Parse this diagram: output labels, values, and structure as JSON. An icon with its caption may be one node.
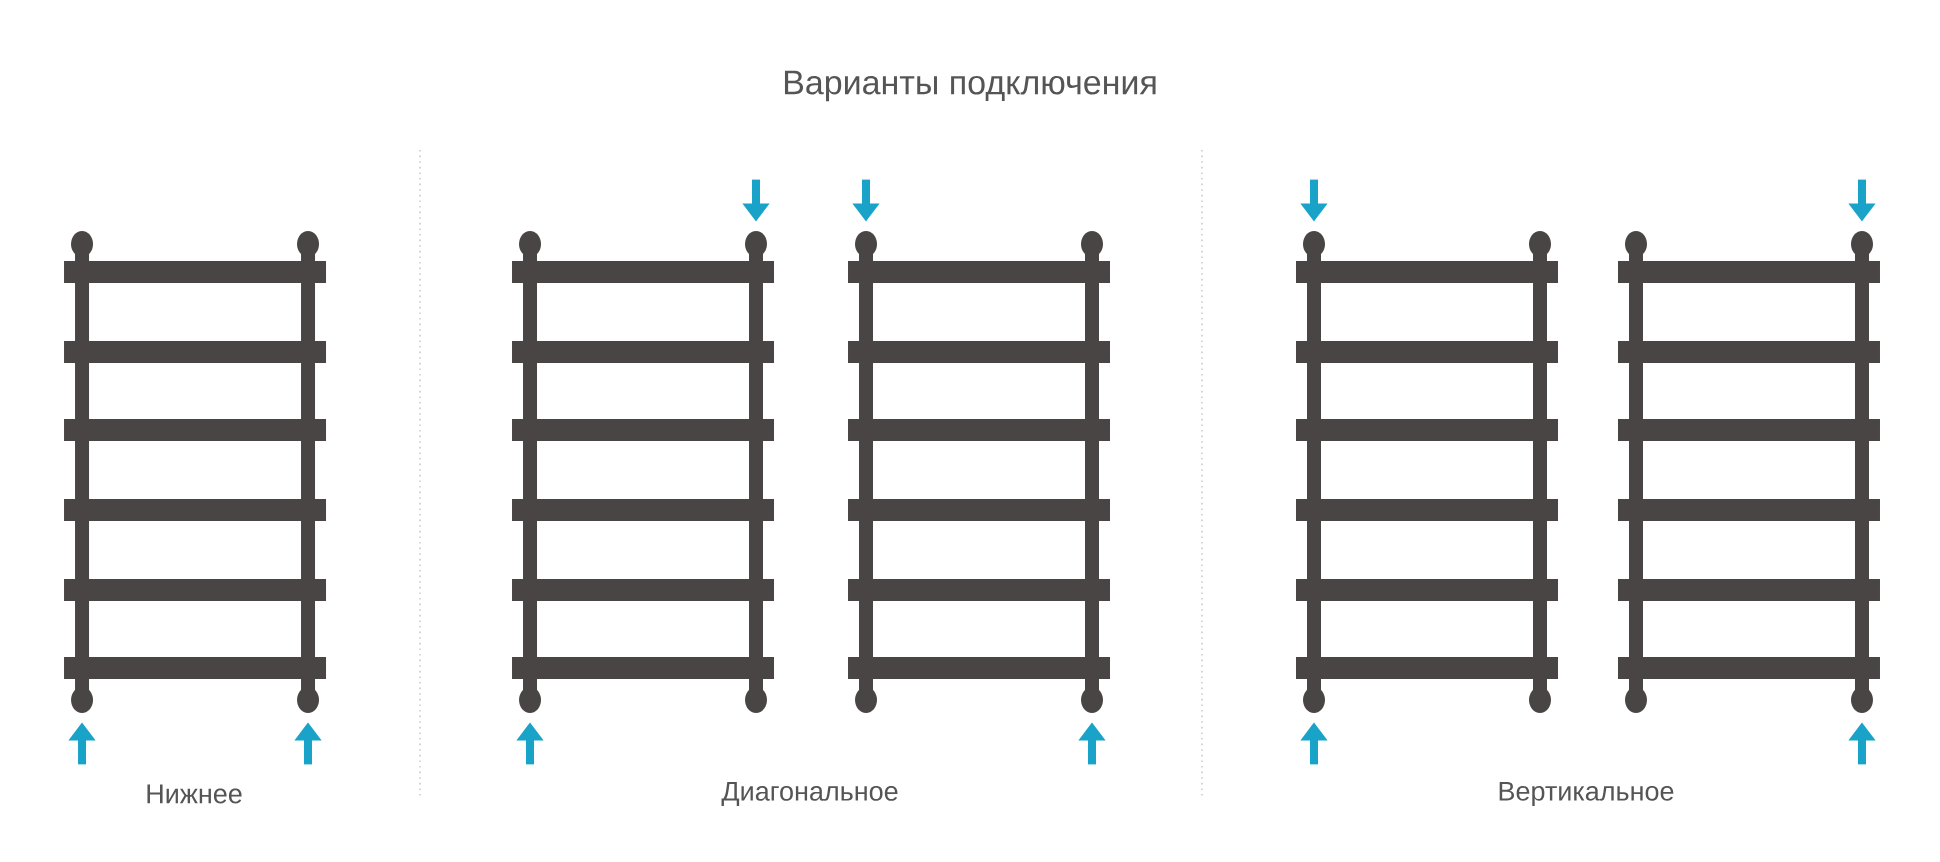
{
  "diagram": {
    "title": "Варианты подключения",
    "nodes": [
      {
        "text": [],
        "shape": "picture"
      },
      {
        "text": [],
        "shape": "picture"
      },
      {
        "text": [],
        "shape": "picture"
      },
      {
        "text": [],
        "shape": "picture"
      },
      {
        "text": [],
        "shape": "picture"
      }
    ],
    "edges": [
      {
        "from": null,
        "to": 0,
        "arrow": "to"
      },
      {
        "from": null,
        "to": 0,
        "arrow": "to"
      },
      {
        "from": null,
        "to": 1,
        "arrow": "to"
      },
      {
        "from": null,
        "to": 1,
        "arrow": "to"
      },
      {
        "from": null,
        "to": 2,
        "arrow": "to"
      },
      {
        "from": null,
        "to": 2,
        "arrow": "to"
      },
      {
        "from": null,
        "to": 3,
        "arrow": "to"
      },
      {
        "from": null,
        "to": 3,
        "arrow": "to"
      },
      {
        "from": null,
        "to": 4,
        "arrow": "to"
      },
      {
        "from": null,
        "to": 4,
        "arrow": "to"
      }
    ],
    "labels": [
      "Нижнее",
      "Диагональное",
      "Вертикальное"
    ]
  }
}
